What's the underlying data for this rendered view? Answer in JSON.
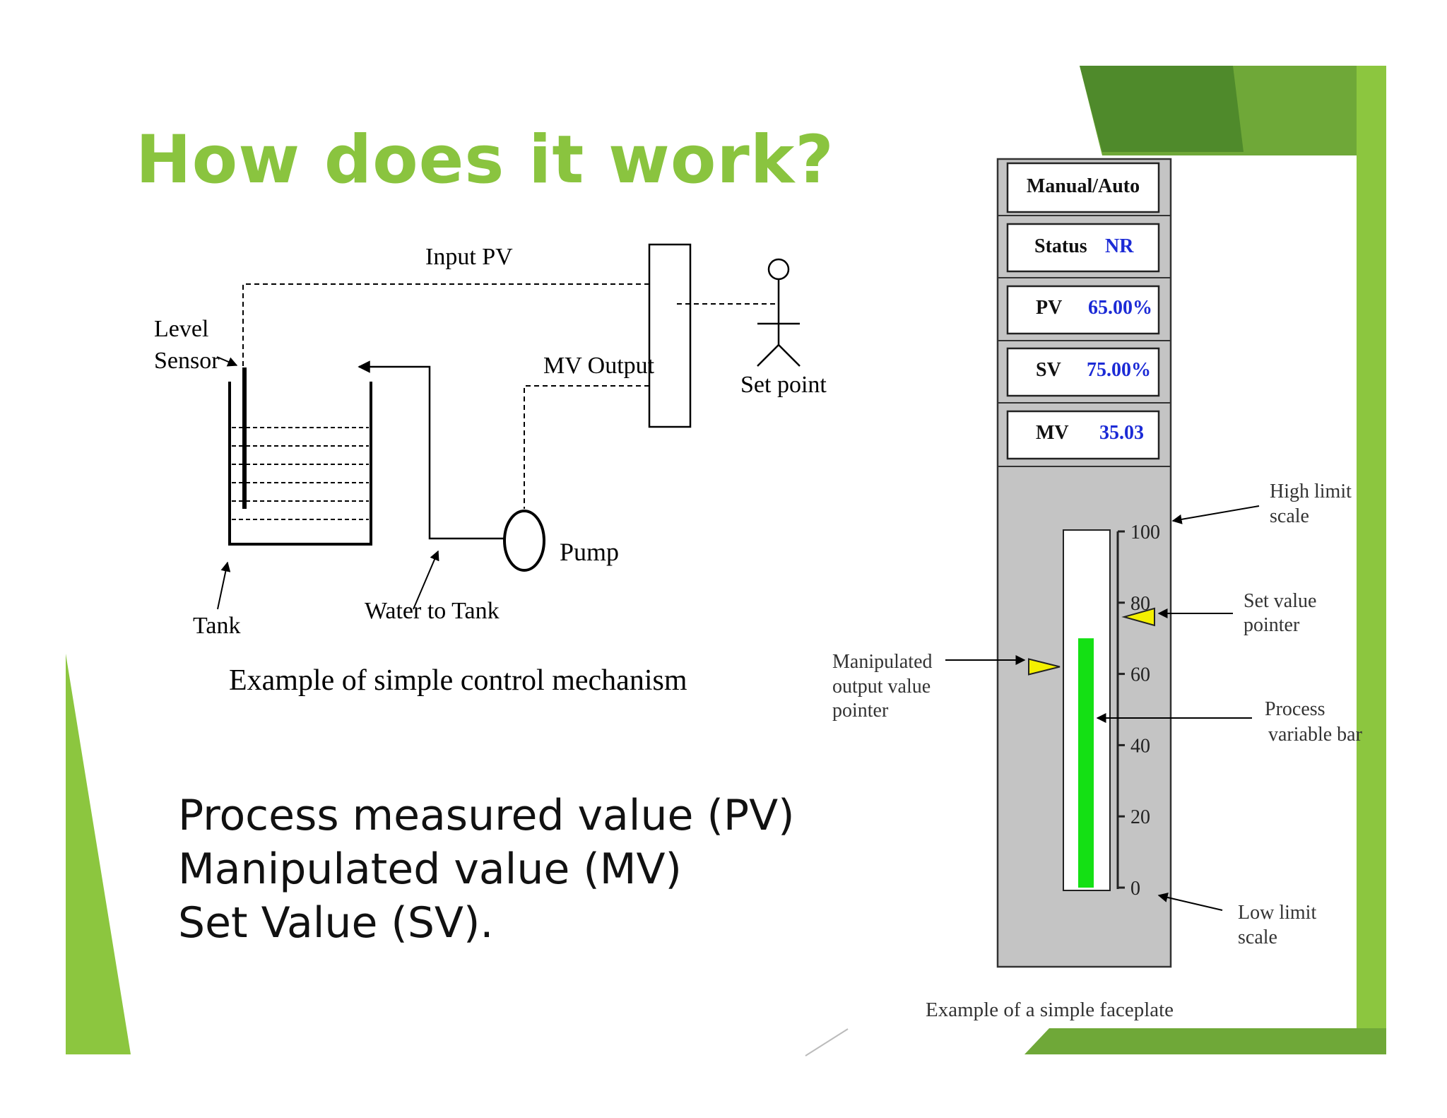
{
  "slide": {
    "title": "How does it work?",
    "bullets": [
      "Process measured value (PV)",
      "Manipulated value (MV)",
      "Set Value (SV)."
    ]
  },
  "control_diagram": {
    "input_pv": "Input PV",
    "level_sensor_line1": "Level",
    "level_sensor_line2": "Sensor",
    "mv_output": "MV Output",
    "set_point": "Set point",
    "pump": "Pump",
    "tank": "Tank",
    "water_to_tank": "Water to Tank",
    "caption": "Example of simple control mechanism"
  },
  "faceplate": {
    "mode": "Manual/Auto",
    "status_label": "Status",
    "status_value": "NR",
    "pv_label": "PV",
    "pv_value": "65.00%",
    "sv_label": "SV",
    "sv_value": "75.00%",
    "mv_label": "MV",
    "mv_value": "35.03",
    "scale_ticks": [
      "100",
      "80",
      "60",
      "40",
      "20",
      "0"
    ],
    "pv_level_percent": 70,
    "sv_pointer_percent": 76,
    "mv_pointer_percent": 62,
    "annotations": {
      "high_limit_1": "High limit",
      "high_limit_2": "scale",
      "set_value_1": "Set value",
      "set_value_2": "pointer",
      "mv_pointer_1": "Manipulated",
      "mv_pointer_2": "output  value",
      "mv_pointer_3": "pointer",
      "pv_bar_1": "Process",
      "pv_bar_2": "variable bar",
      "low_limit_1": "Low limit",
      "low_limit_2": "scale"
    },
    "caption": "Example of a simple faceplate"
  },
  "colors": {
    "accent_green": "#8ac43f",
    "value_blue": "#1c2bd6",
    "pv_bar_green": "#14e014",
    "pointer_yellow": "#f4f000",
    "faceplate_gray": "#c4c4c4"
  }
}
